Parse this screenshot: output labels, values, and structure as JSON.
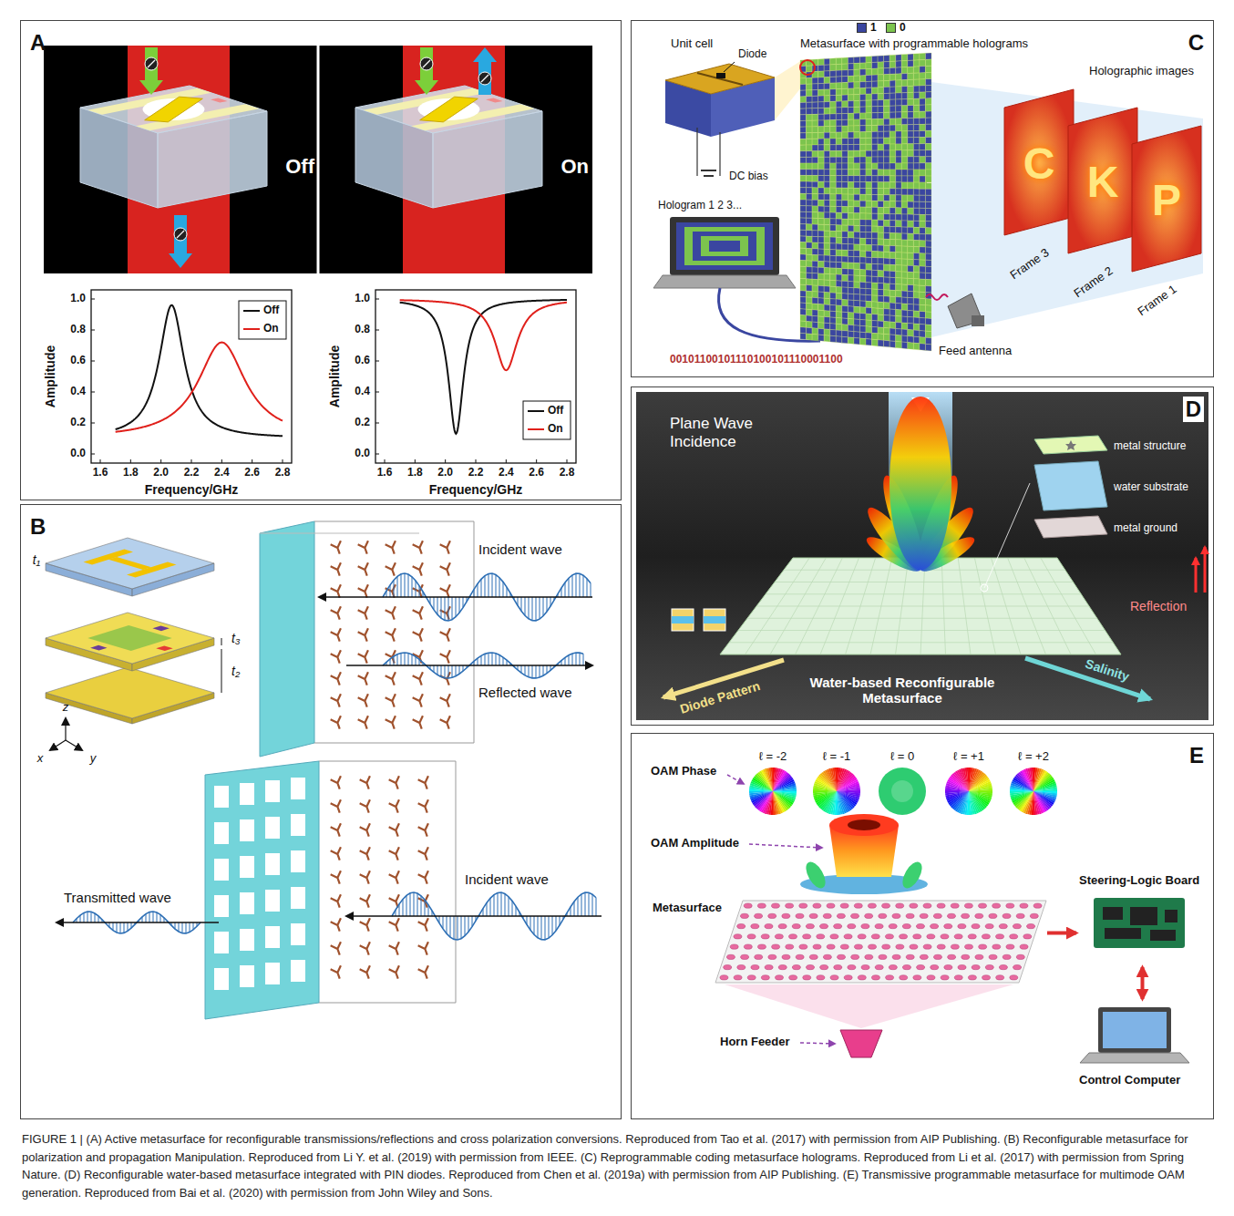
{
  "diagram": {
    "caption": "FIGURE 1 | (A) Active metasurface for reconfigurable transmissions/reflections and cross polarization conversions. Reproduced from Tao et al. (2017) with permission from AIP Publishing. (B) Reconfigurable metasurface for polarization and propagation Manipulation. Reproduced from Li Y. et al. (2019) with permission from IEEE. (C) Reprogrammable coding metasurface holograms. Reproduced from Li et al. (2017) with permission from Spring Nature. (D) Reconfigurable water-based metasurface integrated with PIN diodes. Reproduced from Chen et al. (2019a) with permission from AIP Publishing. (E) Transmissive programmable metasurface for multimode OAM generation. Reproduced from Bai et al. (2020) with permission from John Wiley and Sons.",
    "nodes": [
      {
        "text": [
          "A"
        ]
      },
      {
        "text": [
          "B"
        ]
      },
      {
        "text": [
          "C"
        ]
      },
      {
        "text": [
          "D"
        ]
      },
      {
        "text": [
          "E"
        ]
      },
      {
        "text": [
          "Metasurface"
        ],
        "in": 4
      },
      {
        "text": [
          "Steering-Logic Board"
        ],
        "in": 4
      },
      {
        "text": [
          "Control Computer"
        ],
        "in": 4
      }
    ],
    "edges": [
      {
        "from": 5,
        "to": 6,
        "arrow": "to"
      },
      {
        "from": 6,
        "to": 7,
        "arrow": "both"
      }
    ],
    "labels": [
      "Off",
      "On",
      "Amplitude",
      "0.0",
      "0.2",
      "0.4",
      "0.6",
      "0.8",
      "1.0",
      "1.6",
      "1.8",
      "2.0",
      "2.2",
      "2.4",
      "2.6",
      "2.8",
      "Frequency/GHz",
      "Amplitude",
      "0.0",
      "0.2",
      "0.4",
      "0.6",
      "0.8",
      "1.0",
      "1.6",
      "1.8",
      "2.0",
      "2.2",
      "2.4",
      "2.6",
      "2.8",
      "Frequency/GHz",
      "t₁",
      "t₂",
      "t₃",
      "x",
      "y",
      "z",
      "Incident wave",
      "Reflected wave",
      "Transmitted wave",
      "Incident wave",
      "Unit cell",
      "Diode",
      "DC bias",
      "Hologram 1 2 3...",
      "00101100101110100101110001100",
      "Metasurface with programmable holograms",
      "Holographic images",
      "Frame 3",
      "Frame 2",
      "Frame 1",
      "Feed antenna",
      "C",
      "K",
      "P",
      "Plane Wave Incidence",
      "metal structure",
      "water substrate",
      "metal ground",
      "Reflection",
      "Diode Pattern",
      "Water-based Reconfigurable Metasurface",
      "Salinity",
      "OAM Phase",
      "ℓ = -2",
      "ℓ = -1",
      "ℓ = 0",
      "ℓ = +1",
      "ℓ = +2",
      "OAM Amplitude",
      "Horn Feeder"
    ],
    "legend": [
      {
        "text": "Off"
      },
      {
        "text": "On"
      },
      {
        "text": "Off"
      },
      {
        "text": "On"
      },
      {
        "text": "1",
        "color": "#3a46a0"
      },
      {
        "text": "0",
        "color": "#7cc44e"
      }
    ]
  }
}
